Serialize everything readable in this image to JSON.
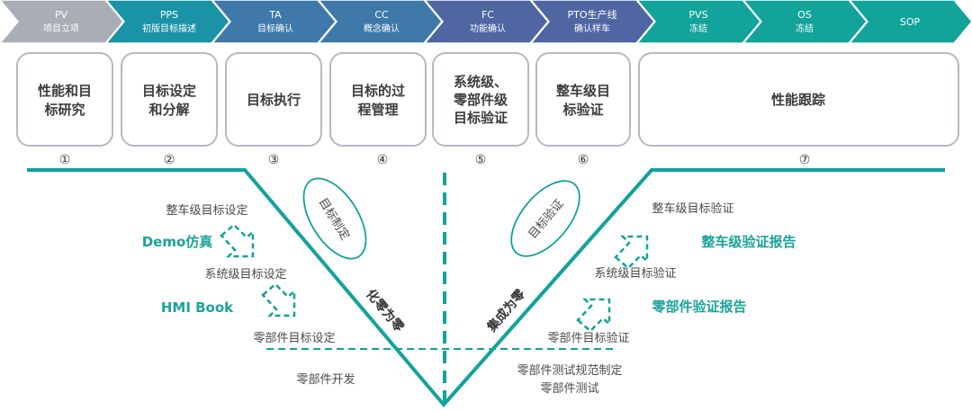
{
  "colors": {
    "chevrons": [
      "#a9adb6",
      "#1b93a6",
      "#3f79aa",
      "#3f79aa",
      "#4f66a2",
      "#4f66a2",
      "#12a39a",
      "#12a39a",
      "#12a39a"
    ],
    "teal": "#12a39a",
    "box_border": "#b5b9c2"
  },
  "phases": [
    {
      "code": "PV",
      "name": "项目立项"
    },
    {
      "code": "PPS",
      "name": "初版目标描述"
    },
    {
      "code": "TA",
      "name": "目标确认"
    },
    {
      "code": "CC",
      "name": "概念确认"
    },
    {
      "code": "FC",
      "name": "功能确认"
    },
    {
      "code": "PTO生产线",
      "name": "确认样车"
    },
    {
      "code": "PVS",
      "name": "冻结"
    },
    {
      "code": "OS",
      "name": "冻结"
    },
    {
      "code": "SOP",
      "name": ""
    }
  ],
  "steps": [
    {
      "lines": [
        "性能和目",
        "标研究"
      ],
      "number": "①"
    },
    {
      "lines": [
        "目标设定",
        "和分解"
      ],
      "number": "②"
    },
    {
      "lines": [
        "目标执行"
      ],
      "number": "③"
    },
    {
      "lines": [
        "目标的过",
        "程管理"
      ],
      "number": "④"
    },
    {
      "lines": [
        "系统级、",
        "零部件级",
        "目标验证"
      ],
      "number": "⑤"
    },
    {
      "lines": [
        "整车级目",
        "标验证"
      ],
      "number": "⑥"
    },
    {
      "lines": [
        "性能跟踪"
      ],
      "number": "⑦"
    }
  ],
  "left_branch": {
    "oval_label": "目标制定",
    "diagonal_label": "化零为零",
    "levels": [
      "整车级目标设定",
      "系统级目标设定",
      "零部件目标设定"
    ],
    "tools": [
      "Demo仿真",
      "HMI Book"
    ],
    "bottom": "零部件开发"
  },
  "right_branch": {
    "oval_label": "目标验证",
    "diagonal_label": "集成为零",
    "levels": [
      "整车级目标验证",
      "系统级目标验证",
      "零部件目标验证"
    ],
    "reports": [
      "整车级验证报告",
      "零部件验证报告"
    ],
    "bottom": [
      "零部件测试规范制定",
      "零部件测试"
    ]
  }
}
